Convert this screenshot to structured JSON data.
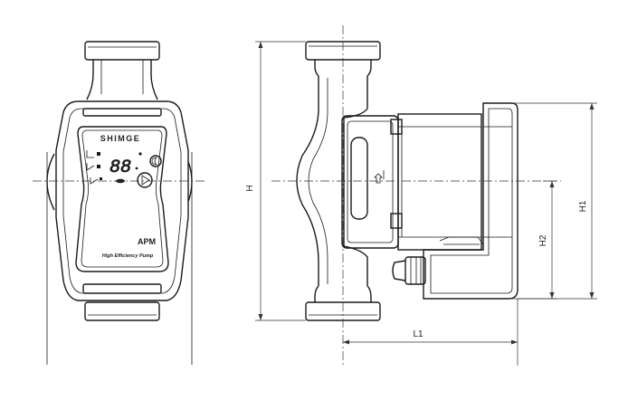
{
  "front_view": {
    "brand": "SHIMGE",
    "display_digits": "88",
    "model": "APM",
    "tagline": "High Efficiency Pump"
  },
  "dimensions": {
    "H": "H",
    "H1": "H1",
    "H2": "H2",
    "L1": "L1"
  },
  "colors": {
    "line": "#1a1a1a",
    "background": "#ffffff"
  }
}
